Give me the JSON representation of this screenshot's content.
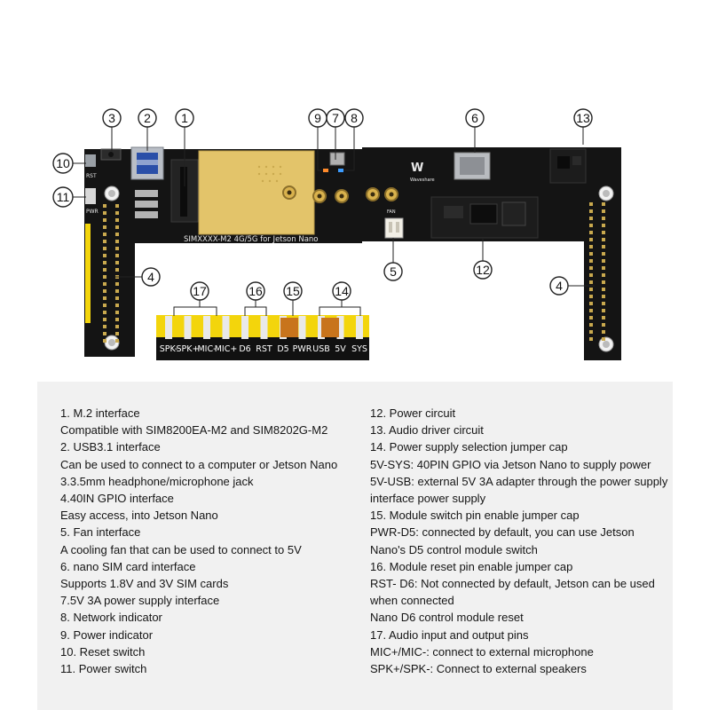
{
  "board": {
    "m2_silkscreen": "SIMXXXX-M2 4G/5G for Jetson Nano",
    "brand": "Waveshare",
    "small_labels": [
      "RST",
      "PWR",
      "FAN"
    ],
    "pin_labels": [
      "SPK-",
      "SPK+",
      "MIC-",
      "MIC+",
      "D6",
      "RST",
      "D5",
      "PWR",
      "USB",
      "5V",
      "SYS"
    ]
  },
  "callouts": [
    "1",
    "2",
    "3",
    "4",
    "5",
    "6",
    "7",
    "8",
    "9",
    "10",
    "11",
    "12",
    "13",
    "14",
    "15",
    "16",
    "17"
  ],
  "legend": {
    "left": [
      "1. M.2 interface",
      "Compatible with SIM8200EA-M2 and SIM8202G-M2",
      "2. USB3.1 interface",
      "Can be used to connect to a computer or Jetson Nano",
      "3.3.5mm headphone/microphone jack",
      "4.40IN GPIO interface",
      "Easy access, into Jetson Nano",
      "5. Fan interface",
      "A cooling fan that can be used to connect to 5V",
      "6. nano SIM card interface",
      "Supports 1.8V and 3V SIM cards",
      "7.5V 3A power supply interface",
      "8. Network indicator",
      "9. Power indicator",
      "10. Reset switch",
      "11. Power switch"
    ],
    "right": [
      "12. Power circuit",
      "13. Audio driver circuit",
      "14. Power supply selection jumper cap",
      "5V-SYS: 40PIN GPIO via Jetson Nano to supply power",
      "5V-USB: external 5V 3A adapter through the power supply interface power supply",
      "15. Module switch pin enable jumper cap",
      "PWR-D5: connected by default, you can use Jetson Nano's D5 control module switch",
      "16. Module reset pin enable jumper cap",
      "RST- D6: Not connected by default, Jetson can be used when connected",
      "Nano D6 control module reset",
      "17. Audio input and output pins",
      "MIC+/MIC-: connect to external microphone",
      "SPK+/SPK-: Connect to external speakers"
    ]
  },
  "colors": {
    "pcb": "#141414",
    "gold": "#e3c46a",
    "header_yellow": "#f3d50c",
    "jumper_orange": "#c8741c",
    "legend_bg": "#f1f1f1"
  }
}
